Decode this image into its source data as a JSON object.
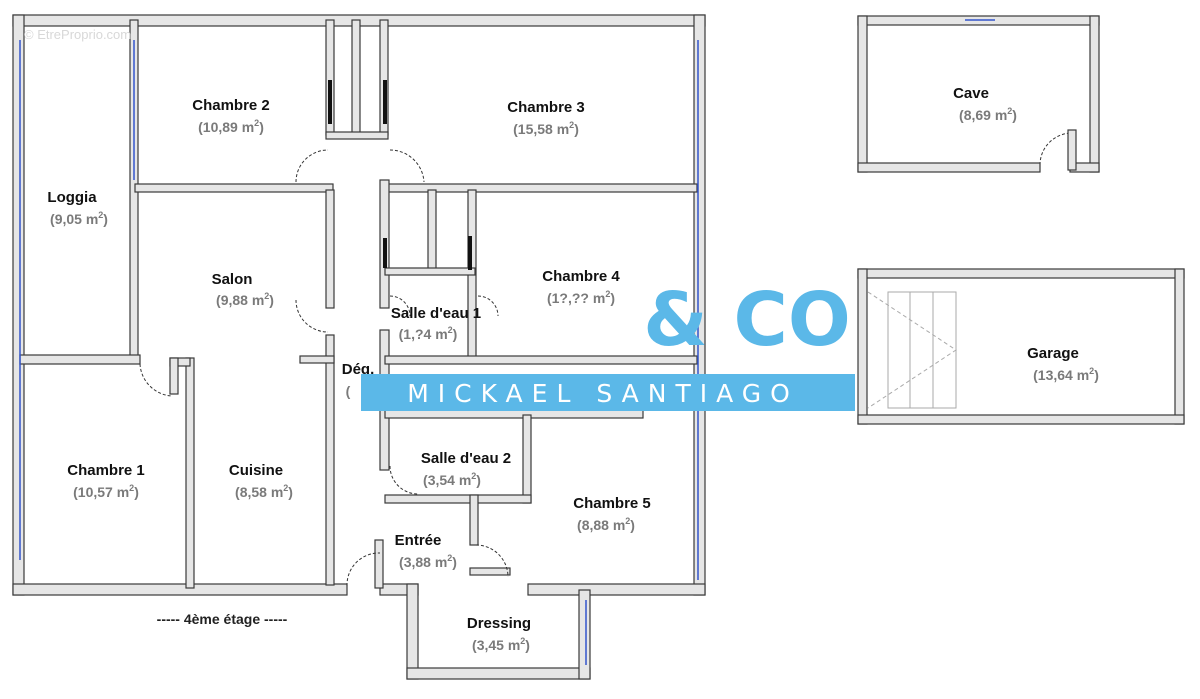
{
  "watermark": "© EtreProprio.com",
  "floor_label": "----- 4ème étage -----",
  "rooms": [
    {
      "name": "Chambre 2",
      "area": "(10,89 m",
      "sup": "2",
      "close": ")"
    },
    {
      "name": "Chambre 3",
      "area": "(15,58 m",
      "sup": "2",
      "close": ")"
    },
    {
      "name": "Loggia",
      "area": "(9,05 m",
      "sup": "2",
      "close": ")"
    },
    {
      "name": "Salon",
      "area": "(9,88 m",
      "sup": "2",
      "close": ")"
    },
    {
      "name": "Chambre 4",
      "area": "(1?,?? m",
      "sup": "2",
      "close": ")"
    },
    {
      "name": "Salle d'eau 1",
      "area": "(1,?4 m",
      "sup": "2",
      "close": ")"
    },
    {
      "name": "Dég.",
      "area": "(",
      "sup": "",
      "close": ""
    },
    {
      "name": "Chambre 1",
      "area": "(10,57 m",
      "sup": "2",
      "close": ")"
    },
    {
      "name": "Cuisine",
      "area": "(8,58 m",
      "sup": "2",
      "close": ")"
    },
    {
      "name": "Salle d'eau 2",
      "area": "(3,54 m",
      "sup": "2",
      "close": ")"
    },
    {
      "name": "Chambre 5",
      "area": "(8,88 m",
      "sup": "2",
      "close": ")"
    },
    {
      "name": "Entrée",
      "area": "(3,88 m",
      "sup": "2",
      "close": ")"
    },
    {
      "name": "Dressing",
      "area": "(3,45 m",
      "sup": "2",
      "close": ")"
    },
    {
      "name": "Cave",
      "area": "(8,69 m",
      "sup": "2",
      "close": ")"
    },
    {
      "name": "Garage",
      "area": "(13,64 m",
      "sup": "2",
      "close": ")"
    }
  ],
  "logo": {
    "main": "& CO",
    "sub": "MICKAEL SANTIAGO",
    "color": "#5bb8e8"
  },
  "colors": {
    "wall_fill": "#e6e6e6",
    "wall_stroke": "#3a3a3a",
    "window": "#3355cc"
  }
}
